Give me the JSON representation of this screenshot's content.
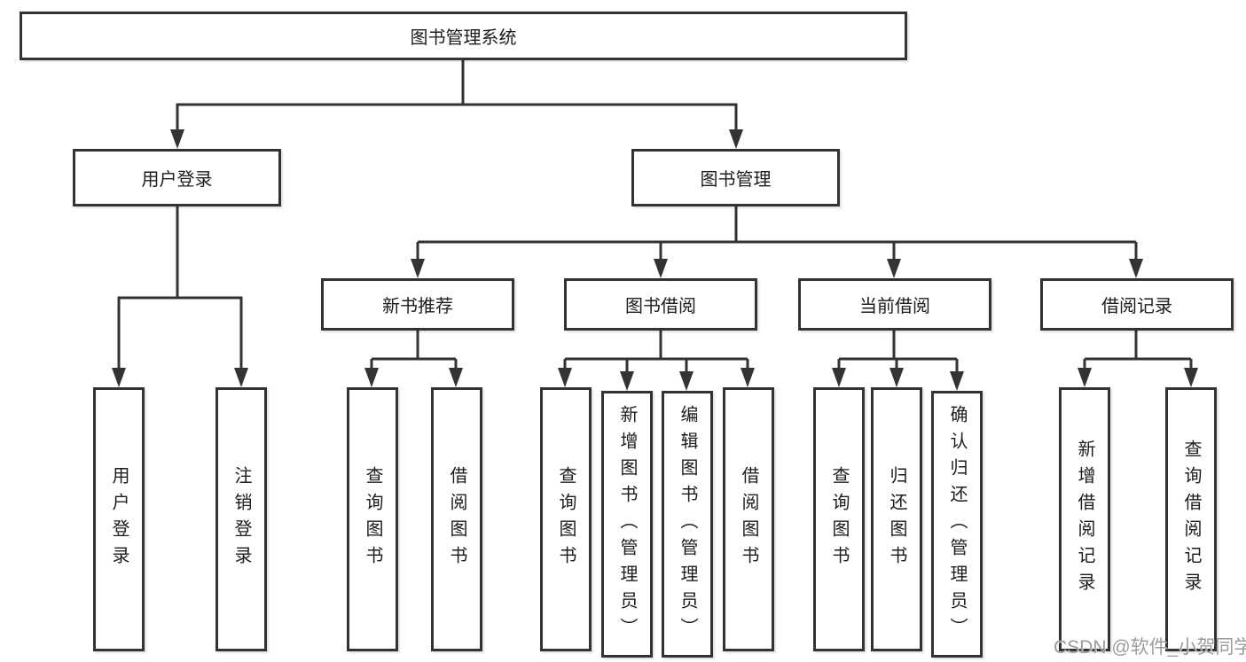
{
  "colors": {
    "line": "#333333",
    "text": "#1c1c1c",
    "background": "#ffffff",
    "watermark": "#9c9c9c"
  },
  "watermark": {
    "text": "CSDN @软件_小贺同学"
  },
  "tree": {
    "label": "图书管理系统",
    "children": [
      {
        "label": "用户登录",
        "children": [
          {
            "label": "用户登录"
          },
          {
            "label": "注销登录"
          }
        ]
      },
      {
        "label": "图书管理",
        "children": [
          {
            "label": "新书推荐",
            "children": [
              {
                "label": "查询图书"
              },
              {
                "label": "借阅图书"
              }
            ]
          },
          {
            "label": "图书借阅",
            "children": [
              {
                "label": "查询图书"
              },
              {
                "label": "新增图书（管理员）"
              },
              {
                "label": "编辑图书（管理员）"
              },
              {
                "label": "借阅图书"
              }
            ]
          },
          {
            "label": "当前借阅",
            "children": [
              {
                "label": "查询图书"
              },
              {
                "label": "归还图书"
              },
              {
                "label": "确认归还（管理员）"
              }
            ]
          },
          {
            "label": "借阅记录",
            "children": [
              {
                "label": "新增借阅记录"
              },
              {
                "label": "查询借阅记录"
              }
            ]
          }
        ]
      }
    ]
  }
}
